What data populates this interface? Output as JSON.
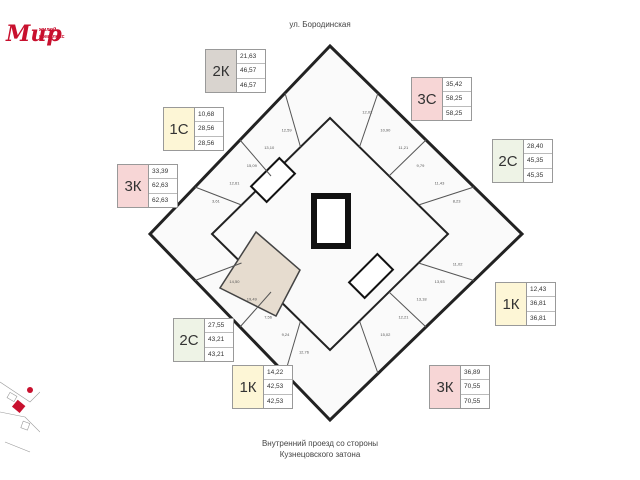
{
  "logo": {
    "mark": "Мир",
    "subtitle": "жилой комплекс"
  },
  "streets": {
    "top": "ул. Бородинская",
    "bottom_line1": "Внутренний проезд со стороны",
    "bottom_line2": "Кузнецовского затона"
  },
  "apartments": [
    {
      "id": "2k",
      "type": "2К",
      "areas": [
        "21,63",
        "46,57",
        "46,57"
      ]
    },
    {
      "id": "1c",
      "type": "1С",
      "areas": [
        "10,68",
        "28,56",
        "28,56"
      ]
    },
    {
      "id": "3k",
      "type": "3К",
      "areas": [
        "33,39",
        "62,63",
        "62,63"
      ]
    },
    {
      "id": "3c",
      "type": "3С",
      "areas": [
        "35,42",
        "58,25",
        "58,25"
      ]
    },
    {
      "id": "2c-right",
      "type": "2С",
      "areas": [
        "28,40",
        "45,35",
        "45,35"
      ]
    },
    {
      "id": "1k-right",
      "type": "1К",
      "areas": [
        "12,43",
        "36,81",
        "36,81"
      ]
    },
    {
      "id": "2c-left",
      "type": "2С",
      "areas": [
        "27,55",
        "43,21",
        "43,21"
      ]
    },
    {
      "id": "1k-bottom",
      "type": "1К",
      "areas": [
        "14,22",
        "42,53",
        "42,53"
      ]
    },
    {
      "id": "3k-bottom",
      "type": "3К",
      "areas": [
        "36,89",
        "70,55",
        "70,55"
      ]
    }
  ],
  "room_labels": [
    "12,02",
    "11,02",
    "12,76",
    "3,61",
    "10,90",
    "13,93",
    "9,24",
    "12,61",
    "11,21",
    "13,18",
    "7,56",
    "15,09",
    "9,79",
    "12,21",
    "19,49",
    "13,10",
    "11,43",
    "15,02",
    "14,50",
    "12,59",
    "8,23"
  ],
  "colors": {
    "brand": "#c8102e",
    "highlight": "#e6dccf",
    "outline": "#222"
  }
}
